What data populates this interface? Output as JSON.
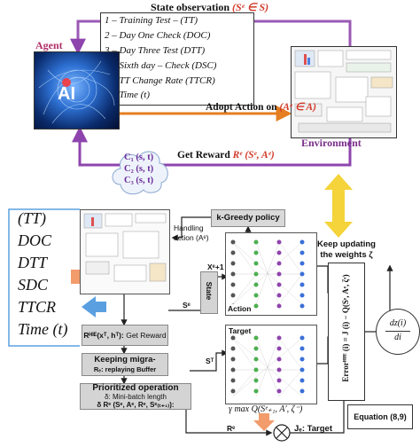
{
  "state_observation": {
    "title": "State observation",
    "math": "(Sᵉ ∈ S)"
  },
  "state_list": [
    "1 – Training Test – (TT)",
    "2 – Day One Check (DOC)",
    "3 – Day Three Test (DTT)",
    "4 – Sixth day – Check (DSC)",
    "5 – TT Change Rate (TTCR)",
    "6 – Time (t)"
  ],
  "agent": {
    "label": "Agent",
    "ai_text": "AI"
  },
  "environment": {
    "label": "Environment"
  },
  "adopt_action": {
    "text": "Adopt Action on",
    "math": "(Aᵉ ∈ A)"
  },
  "get_reward": {
    "text": "Get Reward",
    "math": "Rᵉ (Sᵉ, Aᵉ)"
  },
  "cloud_items": [
    "C₁ (s, t)",
    "C₂ (s, t)",
    "C₃ (s, t)"
  ],
  "big_list": [
    "(TT)",
    "DOC",
    "DTT",
    "SDC",
    "TTCR",
    "Time (t)"
  ],
  "greedy_policy": "k-Greedy policy",
  "handling_action": [
    "Handling",
    "action (Aᵉ)"
  ],
  "xe1": "Xᵉ+1",
  "state_label": "State",
  "se_label": "Sᵉ",
  "action_label": "Action",
  "target_label": "Target",
  "st_label": "Sᵀ",
  "keep_updating": [
    "Keep updating",
    "the weights ζ"
  ],
  "reward_box": {
    "bold": "Rᴴᴵᴱ(xᵀ, hᵀ):",
    "rest": " Get Reward"
  },
  "buffer_box": {
    "line1": "Keeping migra-",
    "line2": "Rₑ: replaying Buffer"
  },
  "prioritized_box": {
    "title": "Prioritized operation",
    "line2": "δ: Mini-batch length",
    "line3": "δ Rᵉ (Sᵉ, Aᵉ, Rᵉ, Sᵉ₍ₜ₊₁₎):"
  },
  "error_label": "Errorᴴᴵᴱ (i) = J (i) − Q(Sᵉ, Aᵉ, ζᵉ)",
  "gamma_label": "γ max Q(Sᵉ₊₁, A′, ζ⁻)",
  "dz_label": "dz(i)",
  "di_label": "di",
  "re_bottom": "Rᵉ",
  "je_target": "Jₑ: Target",
  "equation": "Equation (8,9)",
  "colors": {
    "arrow_purple": "#9b59b6",
    "arrow_orange": "#f0a050",
    "arrow_blue": "#5aa0e0",
    "yellow_arrow": "#f5d33a",
    "accent_red": "#d23a2a"
  }
}
